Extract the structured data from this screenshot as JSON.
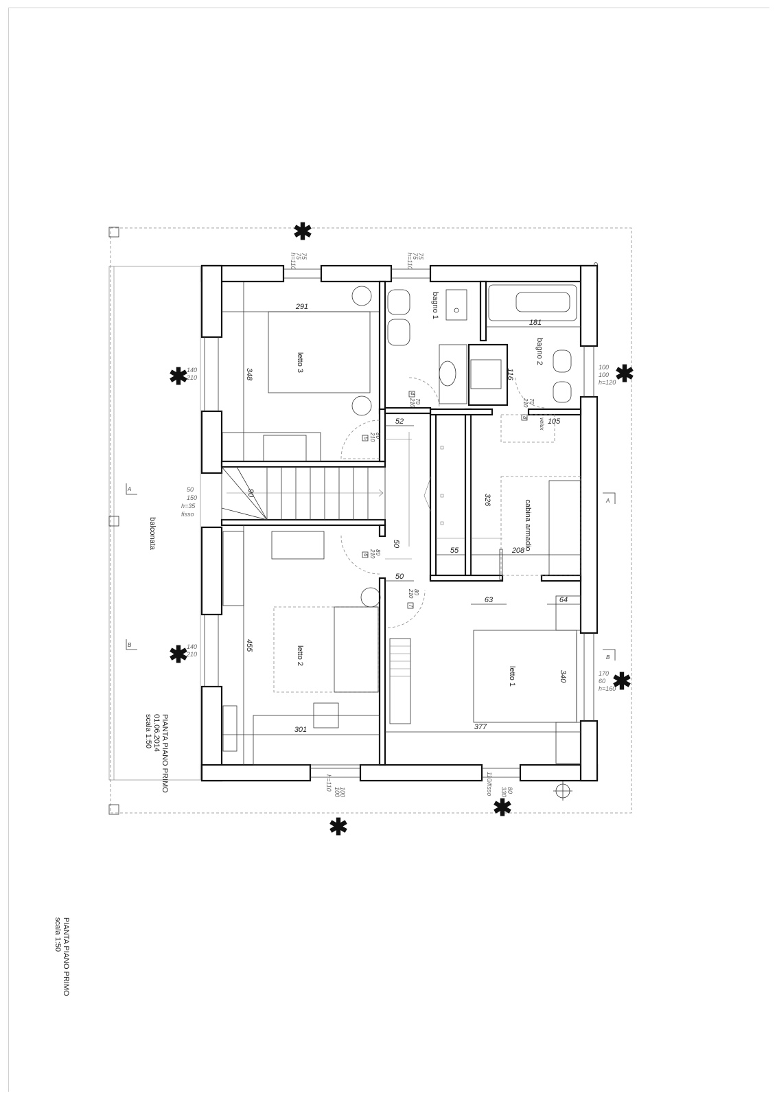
{
  "rooms": {
    "letto3": "letto 3",
    "letto2": "letto 2",
    "letto1": "letto 1",
    "bagno1": "bagno 1",
    "bagno2": "bagno 2",
    "cabina": "cabina armadio",
    "balconata": "balconata"
  },
  "dims": {
    "d291": "291",
    "d348": "348",
    "d181": "181",
    "d116": "116",
    "d52": "52",
    "d105": "105",
    "d90": "90",
    "d326": "326",
    "d50a": "50",
    "d50b": "50",
    "d55": "55",
    "d208": "208",
    "d63": "63",
    "d64": "64",
    "d455": "455",
    "d301": "301",
    "d377": "377",
    "d340": "340"
  },
  "window_notes": {
    "top_left": [
      "75",
      "75",
      "h=110"
    ],
    "top_center": [
      "75",
      "75",
      "h=110"
    ],
    "left_letto3": [
      "140",
      "210"
    ],
    "left_stair": [
      "50",
      "150",
      "h=35",
      "fisso"
    ],
    "left_letto2": [
      "140",
      "210"
    ],
    "right_bagno2": [
      "100",
      "100",
      "h=120"
    ],
    "right_letto1": [
      "170",
      "60",
      "h=160"
    ],
    "bottom_left": [
      "100",
      "100",
      "h=110"
    ],
    "bottom_right": [
      "80",
      "330",
      "110/fisso"
    ]
  },
  "door_tags": {
    "d4": [
      "4",
      "70",
      "210"
    ],
    "d5": [
      "5",
      "80",
      "210"
    ],
    "d6": [
      "6",
      "80",
      "210"
    ],
    "d7": [
      "7",
      "80",
      "210"
    ],
    "d8": [
      "8",
      "70",
      "210"
    ],
    "velux": "velux"
  },
  "section_marks": {
    "a": "A",
    "b": "B"
  },
  "star": "✱",
  "title_block": {
    "line1": "PIANTA PIANO PRIMO",
    "line2": "01.06.2014",
    "line3": "scala 1:50"
  },
  "margin_title": {
    "line1": "PIANTA PIANO PRIMO",
    "line2": "scala 1:50"
  },
  "colors": {
    "ink": "#111111",
    "grey": "#888888"
  }
}
